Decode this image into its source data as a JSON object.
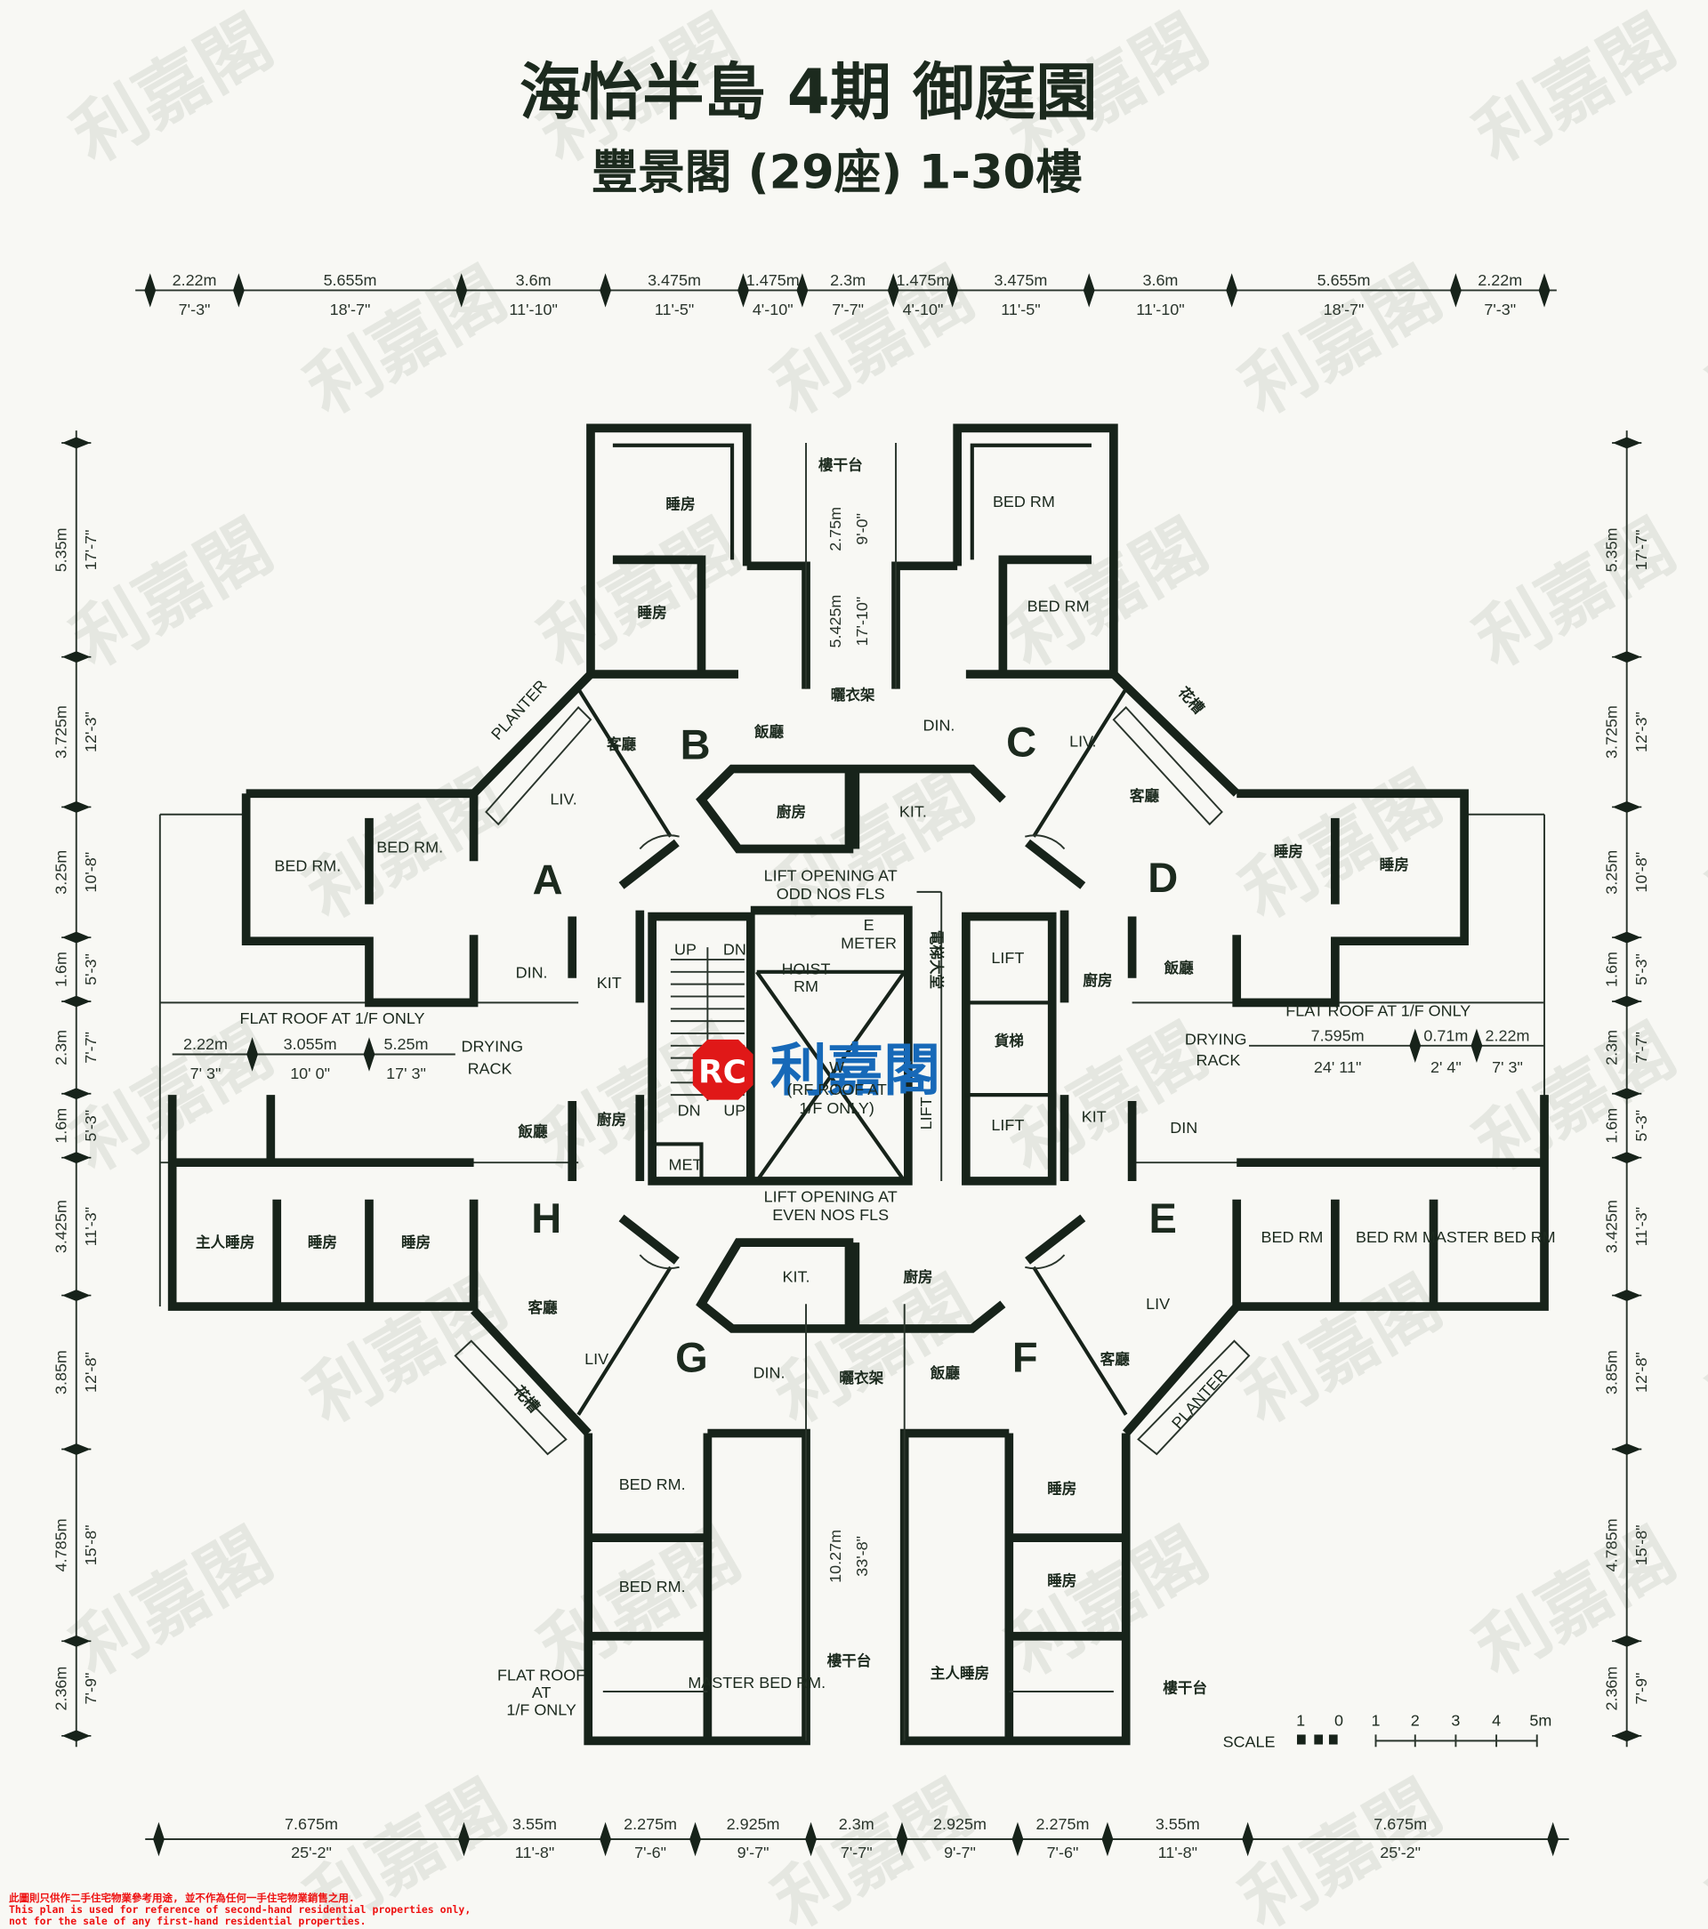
{
  "header": {
    "title": "海怡半島 4期 御庭園",
    "subtitle": "豐景閣 (29座) 1-30樓"
  },
  "watermark": {
    "logo_letters": "RC",
    "text": "利嘉閣"
  },
  "dimensions": {
    "top": [
      {
        "m": "2.22m",
        "ft": "7'-3\""
      },
      {
        "m": "5.655m",
        "ft": "18'-7\""
      },
      {
        "m": "3.6m",
        "ft": "11'-10\""
      },
      {
        "m": "3.475m",
        "ft": "11'-5\""
      },
      {
        "m": "1.475m",
        "ft": "4'-10\""
      },
      {
        "m": "2.3m",
        "ft": "7'-7\""
      },
      {
        "m": "1.475m",
        "ft": "4'-10\""
      },
      {
        "m": "3.475m",
        "ft": "11'-5\""
      },
      {
        "m": "3.6m",
        "ft": "11'-10\""
      },
      {
        "m": "5.655m",
        "ft": "18'-7\""
      },
      {
        "m": "2.22m",
        "ft": "7'-3\""
      }
    ],
    "bottom": [
      {
        "m": "7.675m",
        "ft": "25'-2\""
      },
      {
        "m": "3.55m",
        "ft": "11'-8\""
      },
      {
        "m": "2.275m",
        "ft": "7'-6\""
      },
      {
        "m": "2.925m",
        "ft": "9'-7\""
      },
      {
        "m": "2.3m",
        "ft": "7'-7\""
      },
      {
        "m": "2.925m",
        "ft": "9'-7\""
      },
      {
        "m": "2.275m",
        "ft": "7'-6\""
      },
      {
        "m": "3.55m",
        "ft": "11'-8\""
      },
      {
        "m": "7.675m",
        "ft": "25'-2\""
      }
    ],
    "side": [
      {
        "m": "5.35m",
        "ft": "17'-7\""
      },
      {
        "m": "3.725m",
        "ft": "12'-3\""
      },
      {
        "m": "3.25m",
        "ft": "10'-8\""
      },
      {
        "m": "1.6m",
        "ft": "5'-3\""
      },
      {
        "m": "2.3m",
        "ft": "7'-7\""
      },
      {
        "m": "1.6m",
        "ft": "5'-3\""
      },
      {
        "m": "3.425m",
        "ft": "11'-3\""
      },
      {
        "m": "3.85m",
        "ft": "12'-8\""
      },
      {
        "m": "4.785m",
        "ft": "15'-8\""
      },
      {
        "m": "2.36m",
        "ft": "7'-9\""
      }
    ],
    "flat_roof_left": [
      {
        "m": "2.22m",
        "ft": "7'  3\""
      },
      {
        "m": "3.055m",
        "ft": "10'  0\""
      },
      {
        "m": "5.25m",
        "ft": "17'  3\""
      }
    ],
    "flat_roof_right": [
      {
        "m": "7.595m",
        "ft": "24'  11\""
      },
      {
        "m": "0.71m",
        "ft": "2'  4\""
      },
      {
        "m": "2.22m",
        "ft": "7'  3\""
      }
    ],
    "top_balcony": [
      {
        "m": "2.75m",
        "ft": "9'-0\""
      },
      {
        "m": "5.425m",
        "ft": "17'-10\""
      }
    ],
    "bottom_corridor": {
      "m": "10.27m",
      "ft": "33'-8\""
    }
  },
  "units": {
    "A": {
      "letter": "A",
      "rooms": [
        "BED RM.",
        "BED RM.",
        "LIV.",
        "DIN.",
        "KIT"
      ],
      "planter": "PLANTER"
    },
    "B": {
      "letter": "B",
      "rooms": [
        "睡房",
        "睡房",
        "客廳",
        "飯廳",
        "廚房"
      ]
    },
    "C": {
      "letter": "C",
      "rooms": [
        "BED RM",
        "BED RM",
        "DIN.",
        "LIV.",
        "KIT."
      ],
      "planter": "花槽"
    },
    "D": {
      "letter": "D",
      "rooms": [
        "睡房",
        "睡房",
        "客廳",
        "飯廳",
        "廚房"
      ]
    },
    "E": {
      "letter": "E",
      "rooms": [
        "DIN",
        "KIT",
        "BED RM",
        "BED RM",
        "MASTER BED RM",
        "LIV"
      ]
    },
    "F": {
      "letter": "F",
      "rooms": [
        "廚房",
        "飯廳",
        "客廳",
        "睡房",
        "睡房",
        "主人睡房"
      ],
      "planter": "PLANTER"
    },
    "G": {
      "letter": "G",
      "rooms": [
        "KIT.",
        "LIV.",
        "DIN.",
        "BED RM.",
        "BED RM.",
        "MASTER BED RM."
      ],
      "planter": "花槽"
    },
    "H": {
      "letter": "H",
      "rooms": [
        "飯廳",
        "廚房",
        "客廳",
        "主人睡房",
        "睡房",
        "睡房"
      ]
    }
  },
  "common": {
    "balcony": "樓干台",
    "drying_rack_cn": "曬衣架",
    "flat_roof": "FLAT ROOF AT 1/F ONLY",
    "flat_roof_short": [
      "FLAT ROOF",
      "AT",
      "1/F ONLY"
    ],
    "drying": "DRYING",
    "rack": "RACK",
    "lift_odd": [
      "LIFT OPENING AT",
      "ODD NOS FLS"
    ],
    "lift_even": [
      "LIFT OPENING AT",
      "EVEN NOS FLS"
    ],
    "up": "UP",
    "dn": "DN",
    "e_meter": [
      "E",
      "METER"
    ],
    "hoist": [
      "HOIST",
      "RM"
    ],
    "wc_roof": [
      "W",
      "(RF ROOF AT",
      "1/F ONLY)"
    ],
    "met": "MET",
    "lift": "LIFT",
    "service_lift": "貨梯",
    "lift_lobby": "電梯大堂"
  },
  "scale": {
    "label": "SCALE",
    "ticks": [
      "1",
      "0",
      "1",
      "2",
      "3",
      "4",
      "5m"
    ]
  },
  "disclaimer": {
    "cn": "此圖則只供作二手住宅物業參考用途, 並不作為任何一手住宅物業銷售之用.",
    "en1": "This plan is used for reference of second-hand residential properties only,",
    "en2": " not for the sale of any first-hand residential properties."
  }
}
